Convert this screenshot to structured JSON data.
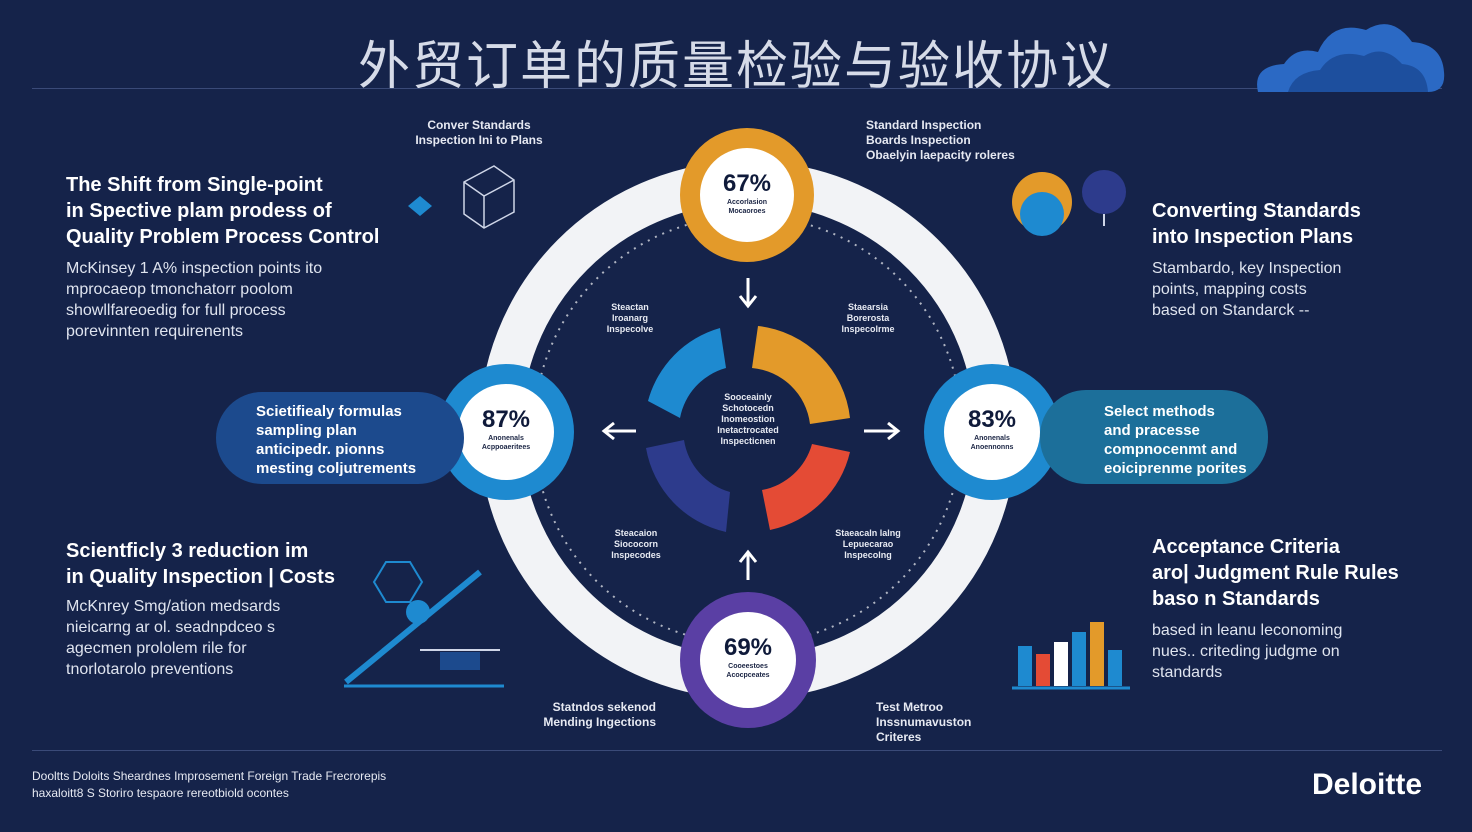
{
  "title": "外贸订单的质量检验与验收协议",
  "colors": {
    "background": "#15234a",
    "ring": "#f2f3f6",
    "gold": "#e39a2a",
    "blue": "#1e8ad0",
    "teal": "#1c6f9a",
    "purple": "#5a3fa4",
    "red": "#e44b35",
    "navy_segment": "#2d3b8c"
  },
  "left": {
    "section1": {
      "heading_lines": [
        "The Shift  from Single-point",
        "in Spective plam prodess  of",
        "Quality Problem Process Control"
      ],
      "body_lines": [
        "McKinsey  1 A% inspection points ito",
        "mprocaeop tmonchatorr poolom",
        "showllfareoedig for full process",
        "porevinnten requirenents"
      ]
    },
    "section2": {
      "heading_lines": [
        "Scientficly 3 reduction im",
        "in Quality Inspection | Costs"
      ],
      "body_lines": [
        "McKnrey  Smg/ation medsards",
        "nieicarng ar ol. seadnpdceo s",
        "agecmen prololem rile for",
        "tnorlotarolo preventions"
      ]
    }
  },
  "right": {
    "section1": {
      "heading_lines": [
        "Converting Standards",
        "into Inspection Plans"
      ],
      "body_lines": [
        "Stambardo, key Inspection",
        "points, mapping costs",
        "based on Standarck -- "
      ]
    },
    "section2": {
      "heading_lines": [
        "Acceptance Criteria",
        "aro| Judgment Rule Rules",
        "baso n Standards"
      ],
      "body_lines": [
        "based in leanu leconoming",
        "nues.. criteding judgme on",
        "standards"
      ]
    }
  },
  "callouts": {
    "top_left": [
      "Conver Standards",
      "Inspection Ini to Plans"
    ],
    "top_right": [
      "Standard Inspection",
      "Boards Inspection",
      "Obaelyin laepacity roleres"
    ],
    "bottom_left": [
      "Statndos sekenod",
      "Mending Ingections"
    ],
    "bottom_right": [
      "Test Metroo",
      "Inssnumavuston",
      "Criteres"
    ]
  },
  "pills": {
    "left": [
      "Scietifiealy formulas",
      "sampling plan",
      "anticipedr. pionns",
      "mesting coljutrements"
    ],
    "right": [
      "Select methods",
      "and pracesse",
      "compnocenmt and",
      "eoiciprenme porites"
    ]
  },
  "stats": {
    "top": {
      "value": "67%",
      "label_lines": [
        "Accorlasion",
        "Mocaoroes"
      ]
    },
    "left": {
      "value": "87%",
      "label_lines": [
        "Anonenals",
        "Acppoaeritees"
      ]
    },
    "right": {
      "value": "83%",
      "label_lines": [
        "Anonenals",
        "Anoennonns"
      ]
    },
    "bottom": {
      "value": "69%",
      "label_lines": [
        "Cooeestoes",
        "Acocpceates"
      ]
    }
  },
  "inner": {
    "center_lines": [
      "Sooceainly",
      "Schotocedn",
      "Inomeostion",
      "Inetactrocated",
      "Inspecticnen"
    ],
    "nw_lines": [
      "Steactan",
      "Iroanarg",
      "Inspecolve"
    ],
    "ne_lines": [
      "Staearsia",
      "Borerosta",
      "Inspecolrme"
    ],
    "sw_lines": [
      "Steacaion",
      "Siococorn",
      "Inspecodes"
    ],
    "se_lines": [
      "Staeacaln lalng",
      "Lepuecarao",
      "Inspecolng"
    ]
  },
  "footer": {
    "line1": "Dooltts Doloits  Sheardnes Improsement Foreign Trade Frecrorepis",
    "line2": "haxaloitt8 S Storiro tespaore rereotbiold ocontes",
    "brand": "Deloitte"
  },
  "icons": [
    "magnifier-icon",
    "cube-icon",
    "cloud-icon",
    "badge-icon",
    "microscope-icon",
    "bar-chart-icon",
    "arrow-icons"
  ]
}
